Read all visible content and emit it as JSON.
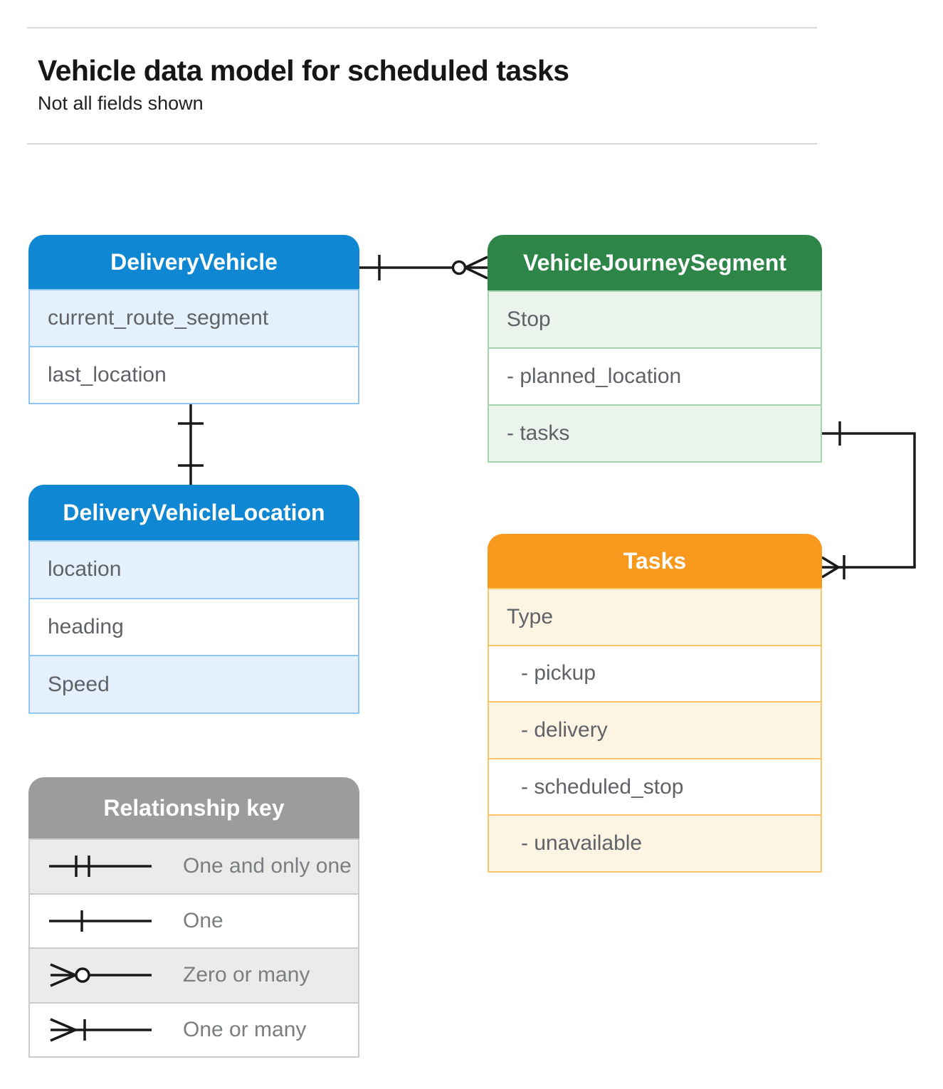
{
  "page": {
    "title": "Vehicle data model for scheduled tasks",
    "subtitle": "Not all fields shown"
  },
  "entities": [
    {
      "title": "DeliveryVehicle",
      "rows": [
        "current_route_segment",
        "last_location"
      ]
    },
    {
      "title": "VehicleJourneySegment",
      "rows": [
        "Stop",
        "- planned_location",
        "- tasks"
      ]
    },
    {
      "title": "DeliveryVehicleLocation",
      "rows": [
        "location",
        "heading",
        "Speed"
      ]
    },
    {
      "title": "Tasks",
      "rows": [
        "Type",
        "- pickup",
        "- delivery",
        "- scheduled_stop",
        "- unavailable"
      ]
    }
  ],
  "legend": {
    "title": "Relationship key",
    "items": [
      {
        "symbol": "one-and-only-one",
        "label": "One and only one"
      },
      {
        "symbol": "one",
        "label": "One"
      },
      {
        "symbol": "zero-or-many",
        "label": "Zero or many"
      },
      {
        "symbol": "one-or-many",
        "label": "One or many"
      }
    ]
  },
  "relationships": [
    {
      "from": "DeliveryVehicle",
      "from_symbol": "one",
      "to": "VehicleJourneySegment",
      "to_symbol": "zero-or-many"
    },
    {
      "from": "DeliveryVehicle",
      "from_symbol": "one",
      "to": "DeliveryVehicleLocation",
      "to_symbol": "one"
    },
    {
      "from": "VehicleJourneySegment (tasks)",
      "from_symbol": "one",
      "to": "Tasks",
      "to_symbol": "one-or-many"
    }
  ],
  "colors": {
    "color-blue": "#0F87D2",
    "color-blue-tint": "#E4F0FB",
    "color-blue-border": "#8FC6F0",
    "color-green": "#2E8548",
    "color-green-tint": "#EAF3EC",
    "color-green-border": "#A7D2B0",
    "color-orange": "#F8981D",
    "color-orange-tint": "#FDF4E4",
    "color-orange-border": "#FBC568",
    "color-gray": "#9C9C9C",
    "color-gray-tint": "#EBEBEB",
    "color-gray-border": "#CACCCC",
    "color-ink": "#1A1A1A",
    "color-row-text": "#5F6368",
    "color-key-text": "#7b7e80",
    "color-rule": "#D8D8D8"
  }
}
